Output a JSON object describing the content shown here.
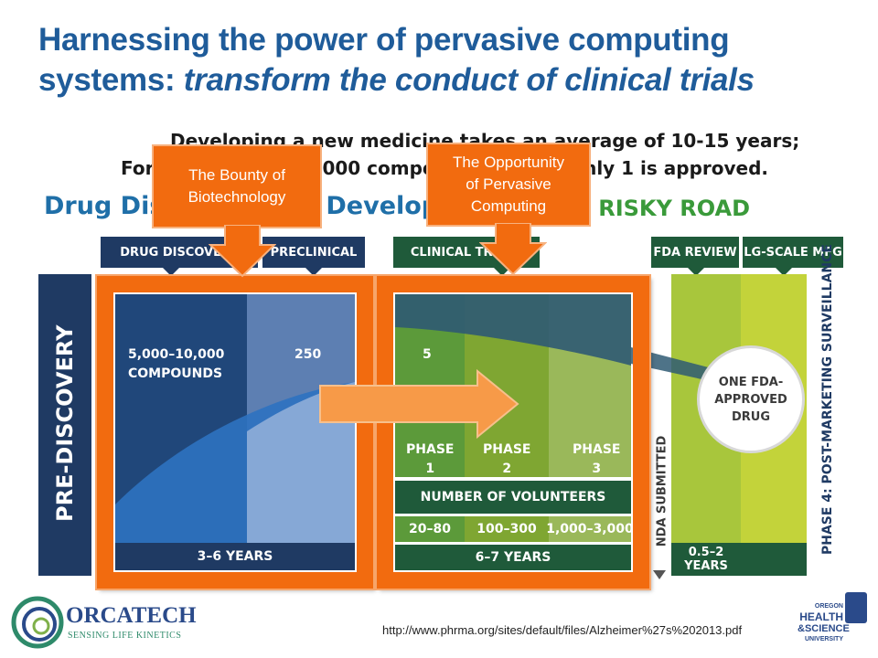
{
  "title": {
    "line1": "Harnessing the power of pervasive computing",
    "line2_normal": "systems: ",
    "line2_italic": "transform the conduct of clinical trials"
  },
  "infographic": {
    "header_line1": "Developing a new medicine takes an average of 10-15 years;",
    "header_line2": "For every 5,000-10,000 compounds tested, only 1 is approved.",
    "road_title": "Drug Discovery and Development:",
    "road_suffix": "A LONG, RISKY ROAD",
    "tabs": [
      "DRUG DISCOVERY",
      "PRECLINICAL",
      "CLINICAL TRIALS",
      "FDA REVIEW",
      "LG-SCALE MFG"
    ],
    "pre_discovery": "PRE-DISCOVERY",
    "compounds_label": "5,000–10,000\nCOMPOUNDS",
    "preclinical_count": "250",
    "clinical_count": "5",
    "phases": [
      "PHASE\n1",
      "PHASE\n2",
      "PHASE\n3"
    ],
    "volunteers_header": "NUMBER OF VOLUNTEERS",
    "volunteers": [
      "20–80",
      "100–300",
      "1,000–3,000"
    ],
    "years_discovery": "3–6 YEARS",
    "years_clinical": "6–7 YEARS",
    "nda": "NDA SUBMITTED",
    "fda_years": "0.5–2\nYEARS",
    "approved": "ONE FDA-\nAPPROVED\nDRUG",
    "phase4": "PHASE 4: POST-MARKETING SURVEILLANCE"
  },
  "callouts": {
    "biotech": "The Bounty of\nBiotechnology",
    "pervasive": "The Opportunity\nof Pervasive\nComputing"
  },
  "source_url": "http://www.phrma.org/sites/default/files/Alzheimer%27s%202013.pdf",
  "logos": {
    "orcatech_name": "ORCATECH",
    "orcatech_tagline": "SENSING LIFE KINETICS",
    "ohsu_line1": "OREGON",
    "ohsu_line2": "HEALTH",
    "ohsu_line3": "&SCIENCE",
    "ohsu_line4": "UNIVERSITY"
  },
  "colors": {
    "title_blue": "#1f5c9a",
    "orange": "#f26b0f",
    "navy": "#1f3a63",
    "green_dark": "#1f5a3a",
    "lime": "#a8c63c"
  }
}
